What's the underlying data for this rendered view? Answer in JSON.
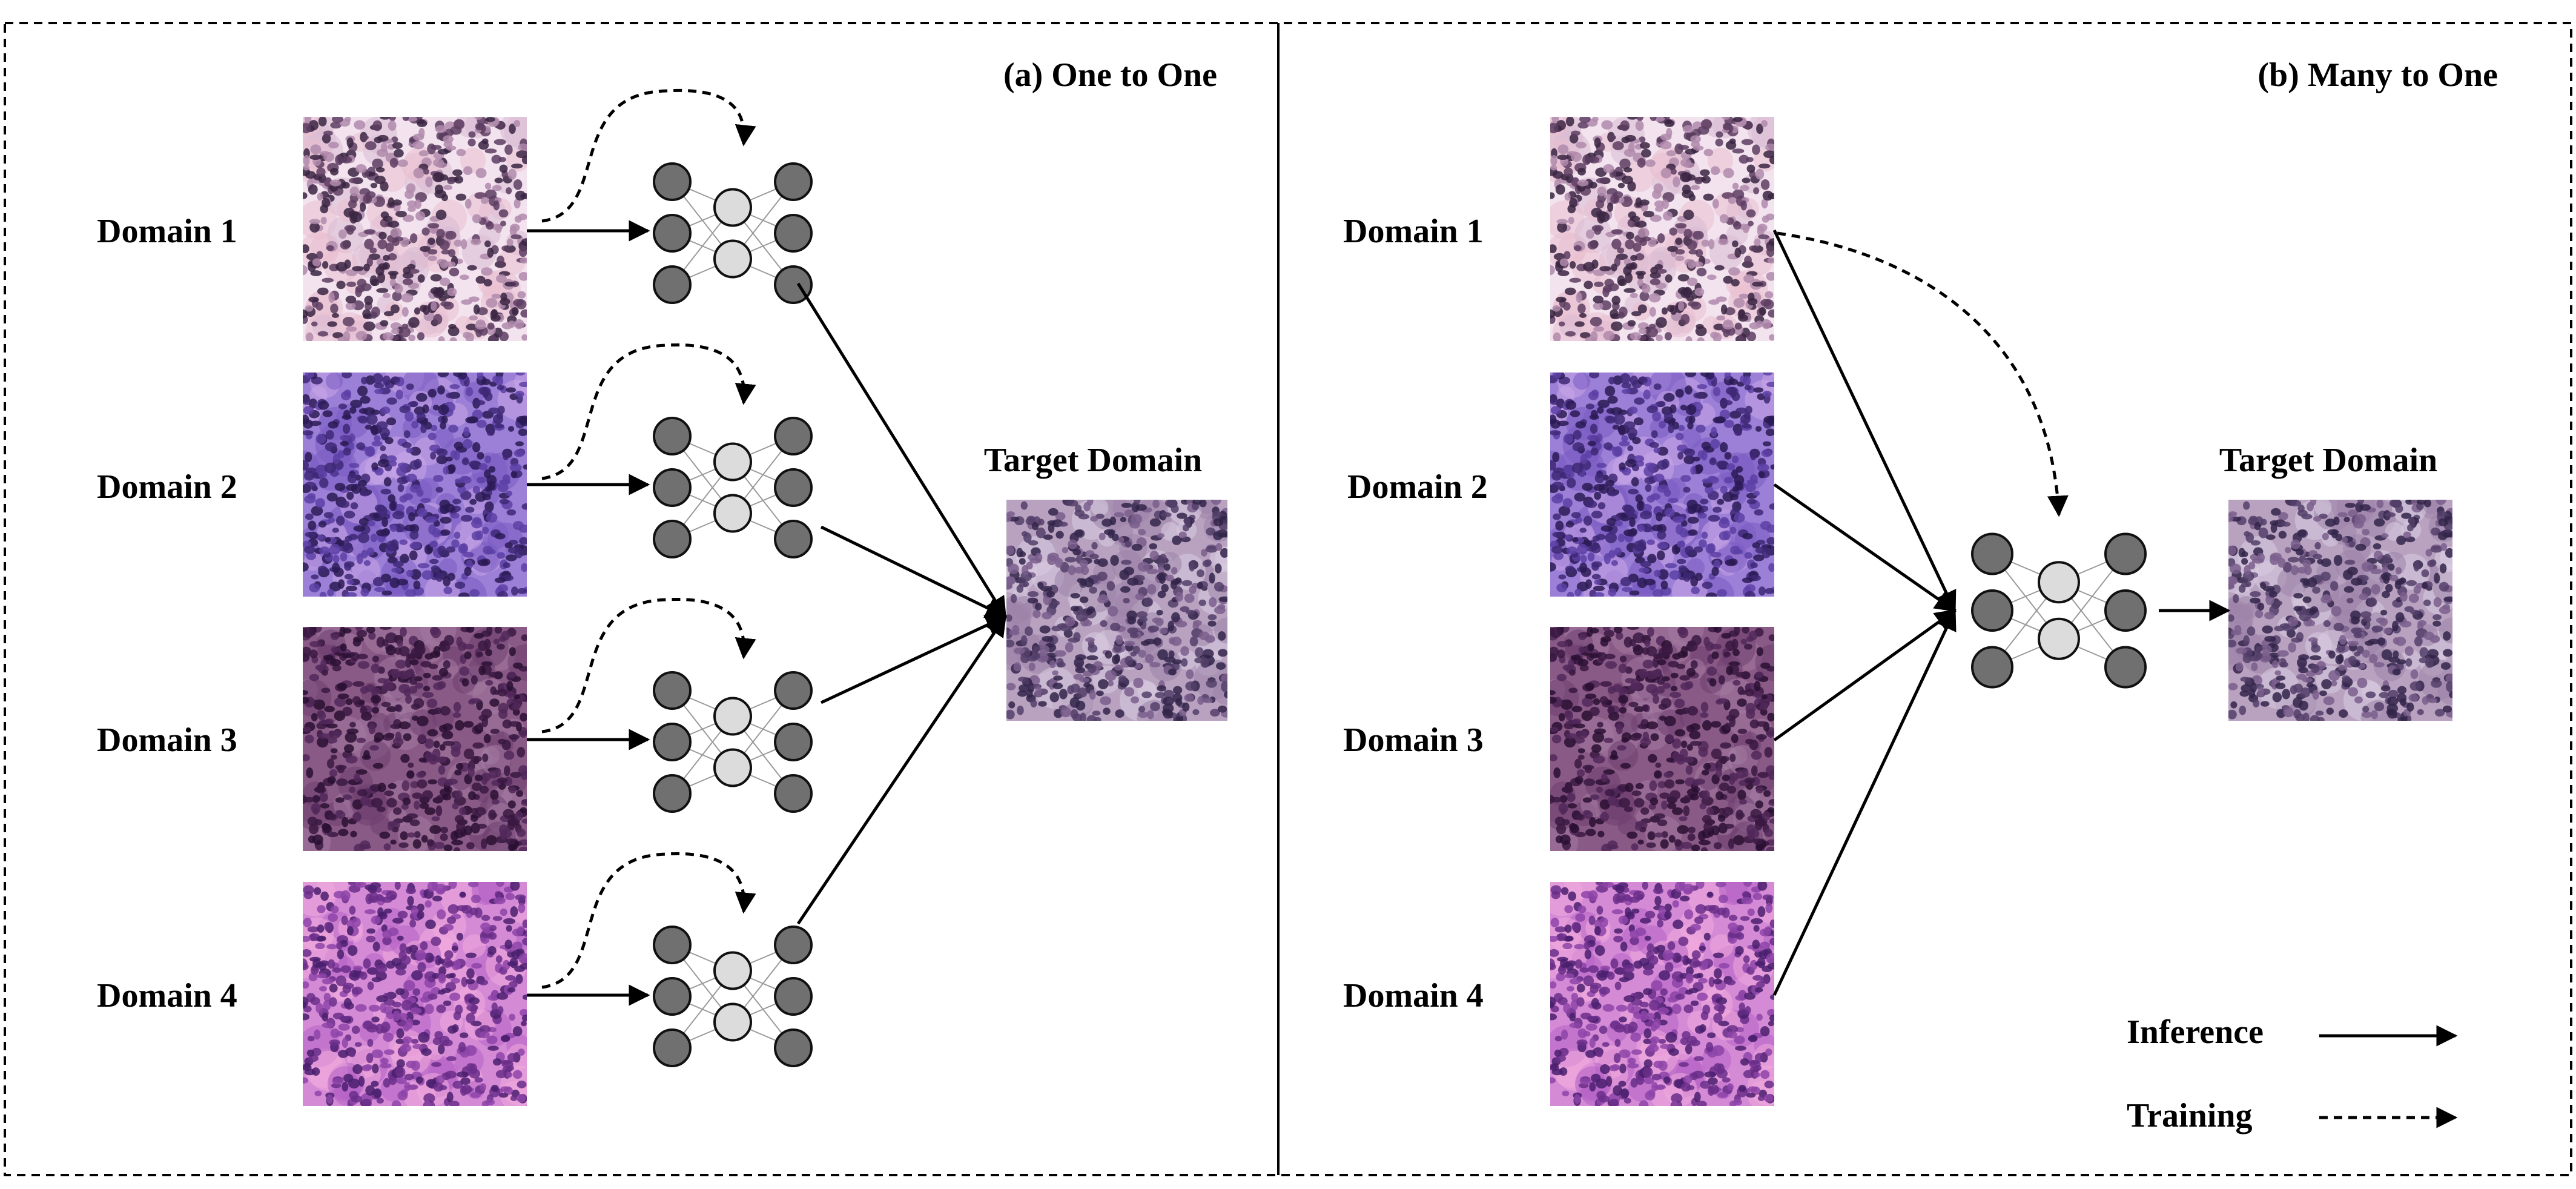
{
  "panel_a": {
    "title": "(a) One to One",
    "domains": [
      "Domain 1",
      "Domain 2",
      "Domain 3",
      "Domain 4"
    ],
    "target_label": "Target Domain"
  },
  "panel_b": {
    "title": "(b) Many to One",
    "domains": [
      "Domain 1",
      "Domain 2",
      "Domain 3",
      "Domain 4"
    ],
    "target_label": "Target Domain"
  },
  "legend": {
    "inference": "Inference",
    "training": "Training"
  },
  "palette": {
    "domain_1": [
      "#f2e3ee",
      "#d9bcd4",
      "#b08aac",
      "#5d3d62",
      "#3a2442",
      "#e9c0cf"
    ],
    "domain_2": [
      "#9c7fd6",
      "#7a5bc2",
      "#5c3fa5",
      "#3e2876",
      "#2a1a55",
      "#c8a6e8"
    ],
    "domain_3": [
      "#8a5a86",
      "#6e3f70",
      "#51285a",
      "#3a1942",
      "#2a0f33",
      "#a37aa0"
    ],
    "domain_4": [
      "#d58ad6",
      "#b463c6",
      "#8d44a8",
      "#6a2e8a",
      "#4a1f6e",
      "#f0a9dc"
    ],
    "target": [
      "#b8a2c0",
      "#9c84a8",
      "#7a5e8c",
      "#54406a",
      "#33244a",
      "#d8cce0"
    ],
    "node_dark": "#707070",
    "node_light": "#dcdcdc"
  }
}
